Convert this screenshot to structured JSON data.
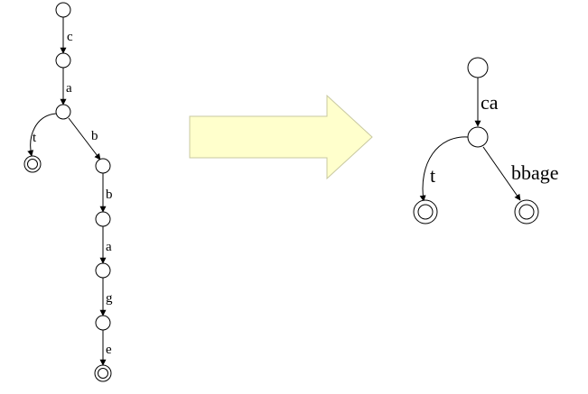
{
  "colors": {
    "arrow_fill": "#ffffcc",
    "arrow_stroke": "#c8c8a0",
    "node_fill": "#ffffff",
    "ink": "#000000"
  },
  "left_trie": {
    "edges": [
      "c",
      "a",
      "t",
      "b",
      "b",
      "a",
      "g",
      "e"
    ]
  },
  "right_trie": {
    "edges": [
      "ca",
      "t",
      "bbage"
    ]
  },
  "transform_arrow": {
    "icon": "right-arrow-icon"
  }
}
